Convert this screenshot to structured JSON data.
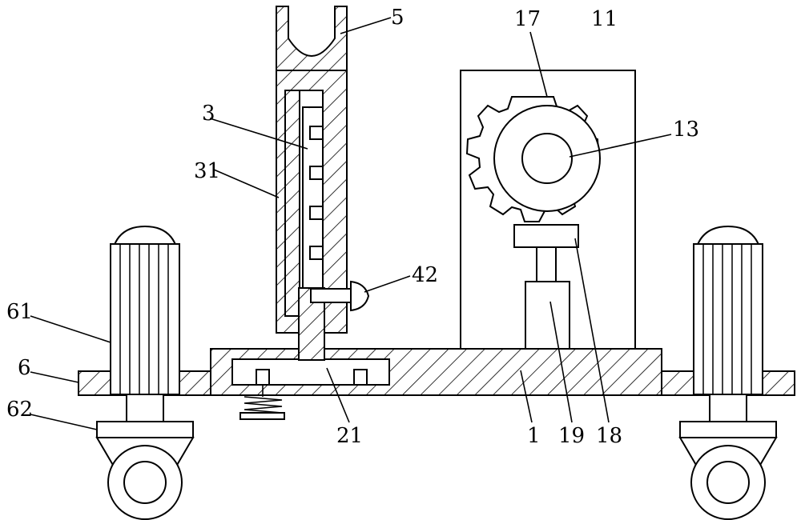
{
  "labels": {
    "l5": "5",
    "l3": "3",
    "l31": "31",
    "l42": "42",
    "l61": "61",
    "l6": "6",
    "l62": "62",
    "l21": "21",
    "l1": "1",
    "l19": "19",
    "l18": "18",
    "l17": "17",
    "l11": "11",
    "l13": "13"
  }
}
